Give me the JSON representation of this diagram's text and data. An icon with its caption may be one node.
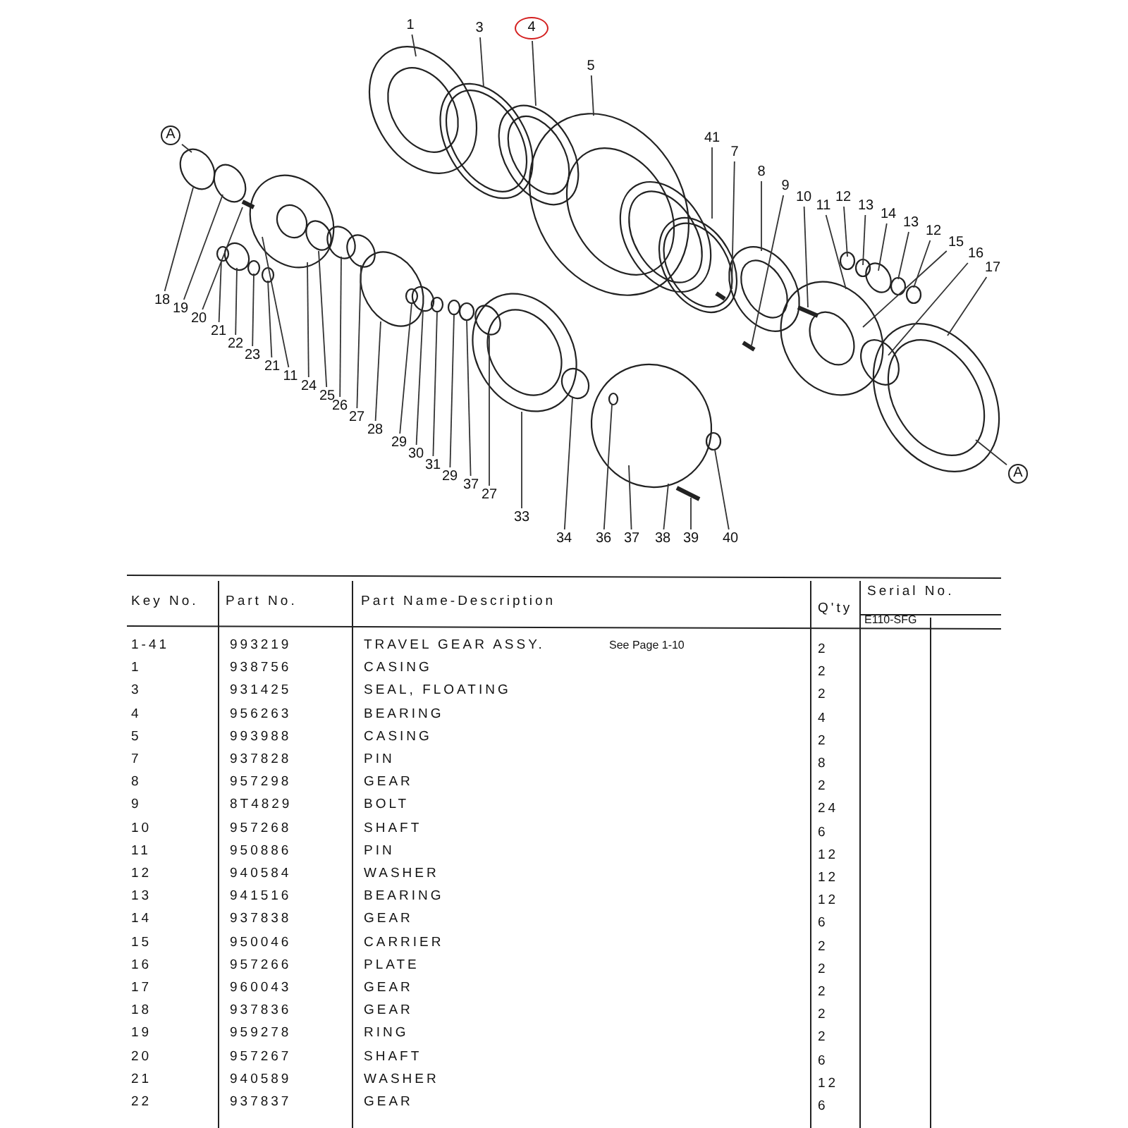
{
  "diagram": {
    "nodes": [
      {
        "text": [
          "1"
        ]
      },
      {
        "text": [
          "3"
        ]
      },
      {
        "text": [
          "4"
        ]
      },
      {
        "text": [
          "5"
        ]
      },
      {
        "text": [
          "41"
        ]
      },
      {
        "text": [
          "7"
        ]
      },
      {
        "text": [
          "8"
        ]
      },
      {
        "text": [
          "9"
        ]
      },
      {
        "text": [
          "10"
        ]
      },
      {
        "text": [
          "11"
        ]
      },
      {
        "text": [
          "12"
        ]
      },
      {
        "text": [
          "13"
        ]
      },
      {
        "text": [
          "14"
        ]
      },
      {
        "text": [
          "13"
        ]
      },
      {
        "text": [
          "12"
        ]
      },
      {
        "text": [
          "15"
        ]
      },
      {
        "text": [
          "16"
        ]
      },
      {
        "text": [
          "17"
        ]
      },
      {
        "text": [
          "A"
        ]
      },
      {
        "text": [
          "A"
        ]
      },
      {
        "text": [
          "18"
        ]
      },
      {
        "text": [
          "19"
        ]
      },
      {
        "text": [
          "20"
        ]
      },
      {
        "text": [
          "21"
        ]
      },
      {
        "text": [
          "22"
        ]
      },
      {
        "text": [
          "23"
        ]
      },
      {
        "text": [
          "21"
        ]
      },
      {
        "text": [
          "11"
        ]
      },
      {
        "text": [
          "24"
        ]
      },
      {
        "text": [
          "25"
        ]
      },
      {
        "text": [
          "26"
        ]
      },
      {
        "text": [
          "27"
        ]
      },
      {
        "text": [
          "28"
        ]
      },
      {
        "text": [
          "29"
        ]
      },
      {
        "text": [
          "30"
        ]
      },
      {
        "text": [
          "31"
        ]
      },
      {
        "text": [
          "29"
        ]
      },
      {
        "text": [
          "37"
        ]
      },
      {
        "text": [
          "27"
        ]
      },
      {
        "text": [
          "33"
        ]
      },
      {
        "text": [
          "34"
        ]
      },
      {
        "text": [
          "36"
        ]
      },
      {
        "text": [
          "37"
        ]
      },
      {
        "text": [
          "38"
        ]
      },
      {
        "text": [
          "39"
        ]
      },
      {
        "text": [
          "40"
        ]
      }
    ],
    "edges": [
      {
        "from": 0,
        "to": null,
        "arrow": "none"
      },
      {
        "from": 1,
        "to": null,
        "arrow": "none"
      },
      {
        "from": 2,
        "to": null,
        "arrow": "none"
      },
      {
        "from": 3,
        "to": null,
        "arrow": "none"
      },
      {
        "from": 4,
        "to": null,
        "arrow": "none"
      },
      {
        "from": 5,
        "to": null,
        "arrow": "none"
      },
      {
        "from": 6,
        "to": null,
        "arrow": "none"
      },
      {
        "from": 7,
        "to": null,
        "arrow": "none"
      },
      {
        "from": 8,
        "to": null,
        "arrow": "none"
      },
      {
        "from": 9,
        "to": null,
        "arrow": "none"
      },
      {
        "from": 10,
        "to": null,
        "arrow": "none"
      },
      {
        "from": 11,
        "to": null,
        "arrow": "none"
      },
      {
        "from": 12,
        "to": null,
        "arrow": "none"
      },
      {
        "from": 13,
        "to": null,
        "arrow": "none"
      },
      {
        "from": 14,
        "to": null,
        "arrow": "none"
      },
      {
        "from": 15,
        "to": null,
        "arrow": "none"
      },
      {
        "from": 16,
        "to": null,
        "arrow": "none"
      },
      {
        "from": 17,
        "to": null,
        "arrow": "none"
      },
      {
        "from": 18,
        "to": null,
        "arrow": "none"
      },
      {
        "from": 19,
        "to": null,
        "arrow": "none"
      },
      {
        "from": 20,
        "to": null,
        "arrow": "none"
      },
      {
        "from": 21,
        "to": null,
        "arrow": "none"
      },
      {
        "from": 22,
        "to": null,
        "arrow": "none"
      },
      {
        "from": 23,
        "to": null,
        "arrow": "none"
      },
      {
        "from": 24,
        "to": null,
        "arrow": "none"
      },
      {
        "from": 25,
        "to": null,
        "arrow": "none"
      },
      {
        "from": 26,
        "to": null,
        "arrow": "none"
      },
      {
        "from": 27,
        "to": null,
        "arrow": "none"
      },
      {
        "from": 28,
        "to": null,
        "arrow": "none"
      },
      {
        "from": 29,
        "to": null,
        "arrow": "none"
      },
      {
        "from": 30,
        "to": null,
        "arrow": "none"
      },
      {
        "from": 31,
        "to": null,
        "arrow": "none"
      },
      {
        "from": 32,
        "to": null,
        "arrow": "none"
      },
      {
        "from": 33,
        "to": null,
        "arrow": "none"
      },
      {
        "from": 34,
        "to": null,
        "arrow": "none"
      },
      {
        "from": 35,
        "to": null,
        "arrow": "none"
      },
      {
        "from": 36,
        "to": null,
        "arrow": "none"
      },
      {
        "from": 37,
        "to": null,
        "arrow": "none"
      },
      {
        "from": 38,
        "to": null,
        "arrow": "none"
      },
      {
        "from": 39,
        "to": null,
        "arrow": "none"
      },
      {
        "from": 40,
        "to": null,
        "arrow": "none"
      },
      {
        "from": 41,
        "to": null,
        "arrow": "none"
      },
      {
        "from": 42,
        "to": null,
        "arrow": "none"
      },
      {
        "from": 43,
        "to": null,
        "arrow": "none"
      },
      {
        "from": 44,
        "to": null,
        "arrow": "none"
      },
      {
        "from": 45,
        "to": null,
        "arrow": "none"
      }
    ],
    "labels": [
      "Key No.",
      "Part No.",
      "Part Name-Description",
      "Q'ty",
      "Serial No.",
      "E110-SFG",
      "1-41",
      "993219",
      "TRAVEL GEAR ASSY.",
      "See Page 1-10",
      "2",
      "1",
      "938756",
      "CASING",
      "2",
      "3",
      "931425",
      "SEAL, FLOATING",
      "2",
      "4",
      "956263",
      "BEARING",
      "4",
      "5",
      "993988",
      "CASING",
      "2",
      "7",
      "937828",
      "PIN",
      "8",
      "8",
      "957298",
      "GEAR",
      "2",
      "9",
      "8T4829",
      "BOLT",
      "24",
      "10",
      "957268",
      "SHAFT",
      "6",
      "11",
      "950886",
      "PIN",
      "12",
      "12",
      "940584",
      "WASHER",
      "12",
      "13",
      "941516",
      "BEARING",
      "12",
      "14",
      "937838",
      "GEAR",
      "6",
      "15",
      "950046",
      "CARRIER",
      "2",
      "16",
      "957266",
      "PLATE",
      "2",
      "17",
      "960043",
      "GEAR",
      "2",
      "18",
      "937836",
      "GEAR",
      "2",
      "19",
      "959278",
      "RING",
      "2",
      "20",
      "957267",
      "SHAFT",
      "6",
      "21",
      "940589",
      "WASHER",
      "12",
      "22",
      "937837",
      "GEAR",
      "6"
    ]
  }
}
